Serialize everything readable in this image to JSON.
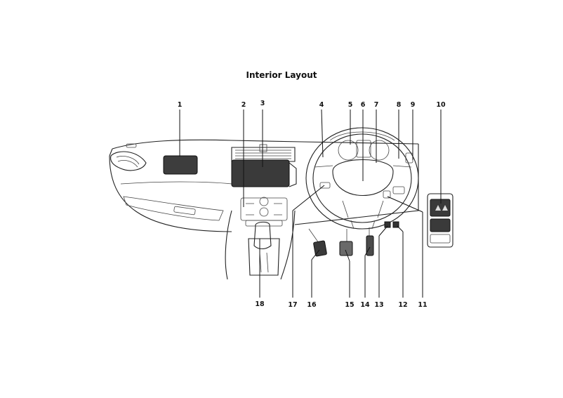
{
  "title": "Interior Layout",
  "callouts": {
    "c1": "1",
    "c2": "2",
    "c3": "3",
    "c4": "4",
    "c5": "5",
    "c6": "6",
    "c7": "7",
    "c8": "8",
    "c9": "9",
    "c10": "10",
    "c11": "11",
    "c12": "12",
    "c13": "13",
    "c14": "14",
    "c15": "15",
    "c16": "16",
    "c17": "17",
    "c18": "18"
  }
}
